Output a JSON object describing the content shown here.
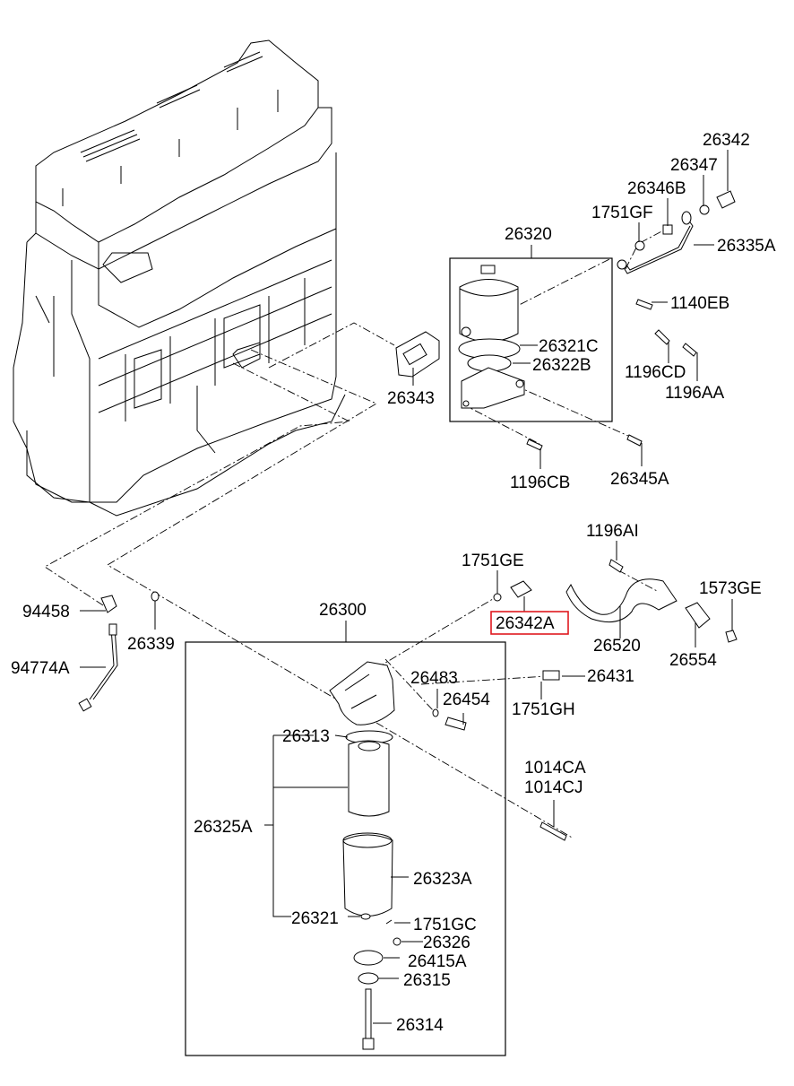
{
  "diagram": {
    "title": "Oil filter & cooler assembly (exploded parts view)",
    "highlight_color": "#e0191f",
    "highlighted_part": "26342A",
    "groups": [
      {
        "id": "26320",
        "label": "26320"
      },
      {
        "id": "26300",
        "label": "26300"
      }
    ],
    "labels": {
      "p26342": "26342",
      "p26347": "26347",
      "p26346B": "26346B",
      "p1751GF": "1751GF",
      "p26335A": "26335A",
      "p26320": "26320",
      "p1140EB": "1140EB",
      "p26321C": "26321C",
      "p26322B": "26322B",
      "p1196CD": "1196CD",
      "p1196AA": "1196AA",
      "p26343": "26343",
      "p1196CB": "1196CB",
      "p26345A": "26345A",
      "p1196AI": "1196AI",
      "p1751GE": "1751GE",
      "p1573GE": "1573GE",
      "p26342A": "26342A",
      "p26520": "26520",
      "p26554": "26554",
      "p94458": "94458",
      "p26339": "26339",
      "p26300": "26300",
      "p94774A": "94774A",
      "p26483": "26483",
      "p26431": "26431",
      "p26454": "26454",
      "p1751GH": "1751GH",
      "p26313": "26313",
      "p1014CA": "1014CA",
      "p1014CJ": "1014CJ",
      "p26325A": "26325A",
      "p26323A": "26323A",
      "p26321": "26321",
      "p1751GC": "1751GC",
      "p26326": "26326",
      "p26415A": "26415A",
      "p26315": "26315",
      "p26314": "26314"
    }
  }
}
